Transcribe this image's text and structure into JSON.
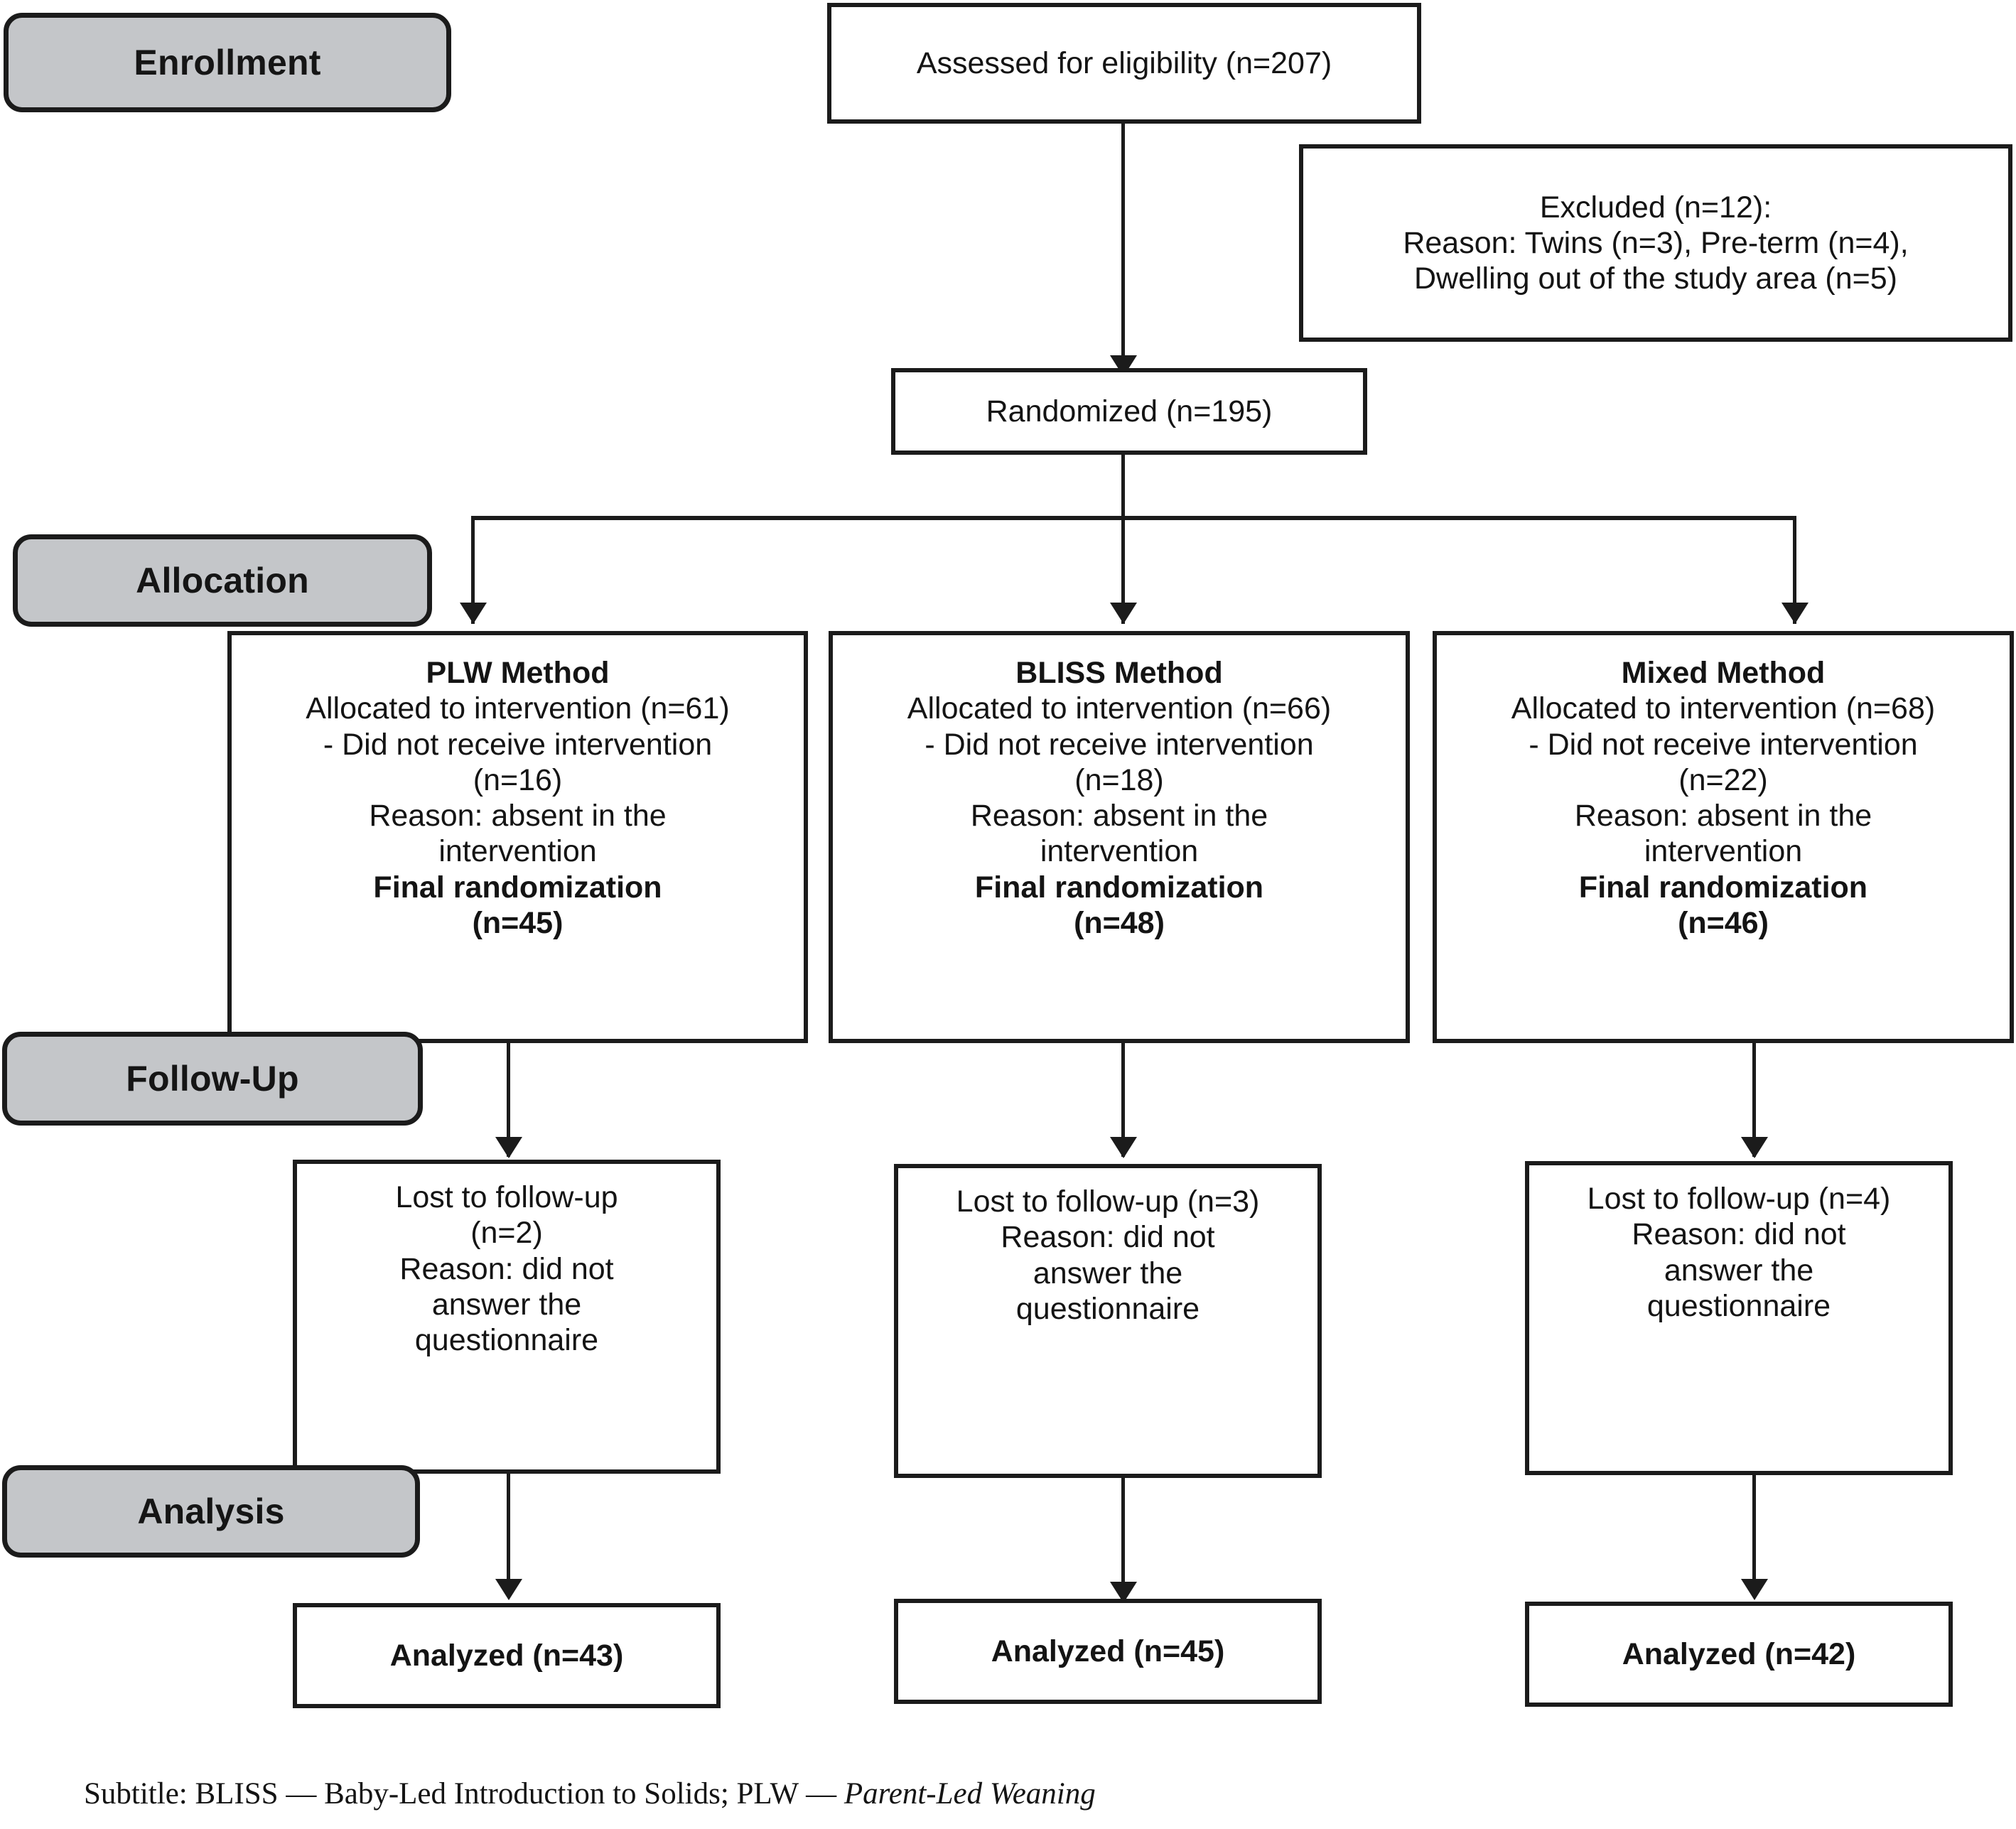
{
  "figure": {
    "type": "consort-flow-diagram",
    "title": "CONSORT participant flow diagram"
  },
  "stages": [
    {
      "id": "enrollment",
      "label": "Enrollment"
    },
    {
      "id": "allocation",
      "label": "Allocation"
    },
    {
      "id": "follow-up",
      "label": "Follow-Up"
    },
    {
      "id": "analysis",
      "label": "Analysis"
    }
  ],
  "nodes": {
    "assessed": {
      "lines": [
        {
          "text": "Assessed for eligibility (n=207)",
          "bold": false
        }
      ]
    },
    "excluded": {
      "lines": [
        {
          "text": "Excluded (n=12):",
          "bold": false
        },
        {
          "text": "Reason: Twins (n=3), Pre-term (n=4),",
          "bold": false
        },
        {
          "text": "Dwelling out of the study area (n=5)",
          "bold": false
        }
      ]
    },
    "randomized": {
      "lines": [
        {
          "text": "Randomized (n=195)",
          "bold": false
        }
      ]
    },
    "plw_alloc": {
      "lines": [
        {
          "text": "PLW Method",
          "bold": true
        },
        {
          "text": "Allocated to intervention (n=61)",
          "bold": false
        },
        {
          "text": "- Did not receive intervention",
          "bold": false
        },
        {
          "text": "(n=16)",
          "bold": false
        },
        {
          "text": "Reason: absent in the",
          "bold": false
        },
        {
          "text": "intervention",
          "bold": false
        },
        {
          "text": "Final randomization",
          "bold": true
        },
        {
          "text": "(n=45)",
          "bold": true
        }
      ]
    },
    "bliss_alloc": {
      "lines": [
        {
          "text": "BLISS Method",
          "bold": true
        },
        {
          "text": "Allocated to intervention (n=66)",
          "bold": false
        },
        {
          "text": "- Did not receive intervention",
          "bold": false
        },
        {
          "text": "(n=18)",
          "bold": false
        },
        {
          "text": "Reason: absent in the",
          "bold": false
        },
        {
          "text": "intervention",
          "bold": false
        },
        {
          "text": "Final randomization",
          "bold": true
        },
        {
          "text": "(n=48)",
          "bold": true
        }
      ]
    },
    "mixed_alloc": {
      "lines": [
        {
          "text": "Mixed Method",
          "bold": true
        },
        {
          "text": "Allocated to intervention (n=68)",
          "bold": false
        },
        {
          "text": "- Did not receive intervention",
          "bold": false
        },
        {
          "text": "(n=22)",
          "bold": false
        },
        {
          "text": "Reason: absent in the",
          "bold": false
        },
        {
          "text": "intervention",
          "bold": false
        },
        {
          "text": "Final randomization",
          "bold": true
        },
        {
          "text": "(n=46)",
          "bold": true
        }
      ]
    },
    "plw_followup": {
      "lines": [
        {
          "text": "Lost to follow-up",
          "bold": false
        },
        {
          "text": "(n=2)",
          "bold": false
        },
        {
          "text": "Reason: did not",
          "bold": false
        },
        {
          "text": "answer the",
          "bold": false
        },
        {
          "text": "questionnaire",
          "bold": false
        }
      ]
    },
    "bliss_followup": {
      "lines": [
        {
          "text": "Lost to follow-up (n=3)",
          "bold": false
        },
        {
          "text": "Reason: did not",
          "bold": false
        },
        {
          "text": "answer the",
          "bold": false
        },
        {
          "text": "questionnaire",
          "bold": false
        }
      ]
    },
    "mixed_followup": {
      "lines": [
        {
          "text": "Lost to follow-up (n=4)",
          "bold": false
        },
        {
          "text": "Reason: did not",
          "bold": false
        },
        {
          "text": "answer the",
          "bold": false
        },
        {
          "text": "questionnaire",
          "bold": false
        }
      ]
    },
    "plw_analyzed": {
      "lines": [
        {
          "text": "Analyzed (n=43)",
          "bold": true
        }
      ]
    },
    "bliss_analyzed": {
      "lines": [
        {
          "text": "Analyzed (n=45)",
          "bold": true
        }
      ]
    },
    "mixed_analyzed": {
      "lines": [
        {
          "text": "Analyzed (n=42)",
          "bold": true
        }
      ]
    }
  },
  "counts": {
    "assessed_for_eligibility": 207,
    "excluded_total": 12,
    "excluded_twins": 3,
    "excluded_preterm": 4,
    "excluded_dwelling_out_of_study_area": 5,
    "randomized": 195,
    "plw_allocated": 61,
    "plw_did_not_receive": 16,
    "plw_final_randomization": 45,
    "plw_lost_to_followup": 2,
    "plw_analyzed": 43,
    "bliss_allocated": 66,
    "bliss_did_not_receive": 18,
    "bliss_final_randomization": 48,
    "bliss_lost_to_followup": 3,
    "bliss_analyzed": 45,
    "mixed_allocated": 68,
    "mixed_did_not_receive": 22,
    "mixed_final_randomization": 46,
    "mixed_lost_to_followup": 4,
    "mixed_analyzed": 42
  },
  "footnote": {
    "prefix": "Subtitle: BLISS — Baby-Led Introduction to Solids; PLW — ",
    "italic": "Parent-Led Weaning"
  },
  "colors": {
    "stage_fill": "#c4c6c9",
    "stroke": "#1b1b1b",
    "text": "#141414",
    "background": "#ffffff"
  }
}
